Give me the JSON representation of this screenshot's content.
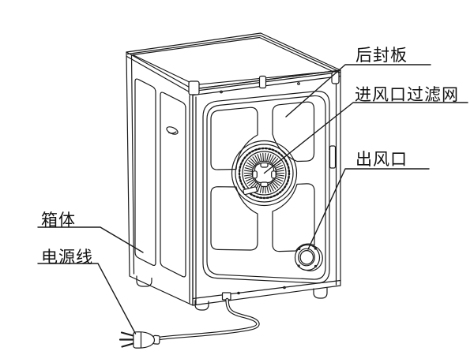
{
  "figure": {
    "type": "technical-illustration",
    "subject": "dryer rear view callout diagram",
    "background_color": "#ffffff",
    "line_color": "#1a1a1a"
  },
  "labels": {
    "rear_panel": "后封板",
    "inlet_filter": "进风口过滤网",
    "air_outlet": "出风口",
    "cabinet": "箱体",
    "power_cord": "电源线"
  }
}
